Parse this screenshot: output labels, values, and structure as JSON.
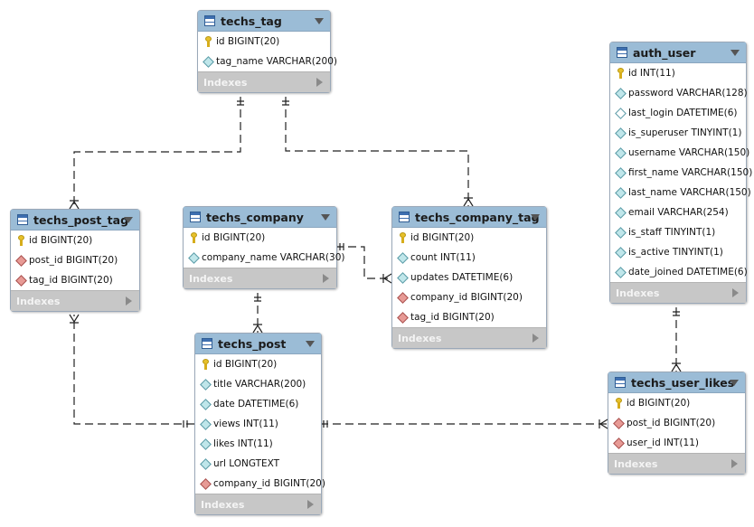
{
  "diagram": {
    "tables": [
      {
        "id": "techs_tag",
        "name": "techs_tag",
        "indexes_label": "Indexes",
        "columns": [
          {
            "text": "id BIGINT(20)",
            "kind": "pk"
          },
          {
            "text": "tag_name VARCHAR(200)",
            "kind": "col"
          }
        ]
      },
      {
        "id": "techs_post_tag",
        "name": "techs_post_tag",
        "indexes_label": "Indexes",
        "columns": [
          {
            "text": "id BIGINT(20)",
            "kind": "pk"
          },
          {
            "text": "post_id BIGINT(20)",
            "kind": "fk"
          },
          {
            "text": "tag_id BIGINT(20)",
            "kind": "fk"
          }
        ]
      },
      {
        "id": "techs_company",
        "name": "techs_company",
        "indexes_label": "Indexes",
        "columns": [
          {
            "text": "id BIGINT(20)",
            "kind": "pk"
          },
          {
            "text": "company_name VARCHAR(30)",
            "kind": "col"
          }
        ]
      },
      {
        "id": "techs_company_tag",
        "name": "techs_company_tag",
        "indexes_label": "Indexes",
        "columns": [
          {
            "text": "id BIGINT(20)",
            "kind": "pk"
          },
          {
            "text": "count INT(11)",
            "kind": "col"
          },
          {
            "text": "updates DATETIME(6)",
            "kind": "col"
          },
          {
            "text": "company_id BIGINT(20)",
            "kind": "fk"
          },
          {
            "text": "tag_id BIGINT(20)",
            "kind": "fk"
          }
        ]
      },
      {
        "id": "techs_post",
        "name": "techs_post",
        "indexes_label": "Indexes",
        "columns": [
          {
            "text": "id BIGINT(20)",
            "kind": "pk"
          },
          {
            "text": "title VARCHAR(200)",
            "kind": "col"
          },
          {
            "text": "date DATETIME(6)",
            "kind": "col"
          },
          {
            "text": "views INT(11)",
            "kind": "col"
          },
          {
            "text": "likes INT(11)",
            "kind": "col"
          },
          {
            "text": "url LONGTEXT",
            "kind": "col"
          },
          {
            "text": "company_id BIGINT(20)",
            "kind": "fk"
          }
        ]
      },
      {
        "id": "auth_user",
        "name": "auth_user",
        "indexes_label": "Indexes",
        "columns": [
          {
            "text": "id INT(11)",
            "kind": "pk"
          },
          {
            "text": "password VARCHAR(128)",
            "kind": "col"
          },
          {
            "text": "last_login DATETIME(6)",
            "kind": "nullable"
          },
          {
            "text": "is_superuser TINYINT(1)",
            "kind": "col"
          },
          {
            "text": "username VARCHAR(150)",
            "kind": "col"
          },
          {
            "text": "first_name VARCHAR(150)",
            "kind": "col"
          },
          {
            "text": "last_name VARCHAR(150)",
            "kind": "col"
          },
          {
            "text": "email VARCHAR(254)",
            "kind": "col"
          },
          {
            "text": "is_staff TINYINT(1)",
            "kind": "col"
          },
          {
            "text": "is_active TINYINT(1)",
            "kind": "col"
          },
          {
            "text": "date_joined DATETIME(6)",
            "kind": "col"
          }
        ]
      },
      {
        "id": "techs_user_likes",
        "name": "techs_user_likes",
        "indexes_label": "Indexes",
        "columns": [
          {
            "text": "id BIGINT(20)",
            "kind": "pk"
          },
          {
            "text": "post_id BIGINT(20)",
            "kind": "fk"
          },
          {
            "text": "user_id INT(11)",
            "kind": "fk"
          }
        ]
      }
    ],
    "relationships": [
      {
        "from": "techs_tag",
        "to": "techs_post_tag",
        "cardinality": "one-to-many"
      },
      {
        "from": "techs_tag",
        "to": "techs_company_tag",
        "cardinality": "one-to-many"
      },
      {
        "from": "techs_company",
        "to": "techs_company_tag",
        "cardinality": "one-to-many"
      },
      {
        "from": "techs_company",
        "to": "techs_post",
        "cardinality": "one-to-many"
      },
      {
        "from": "techs_post",
        "to": "techs_post_tag",
        "cardinality": "one-to-many"
      },
      {
        "from": "techs_post",
        "to": "techs_user_likes",
        "cardinality": "one-to-many"
      },
      {
        "from": "auth_user",
        "to": "techs_user_likes",
        "cardinality": "one-to-many"
      }
    ]
  }
}
